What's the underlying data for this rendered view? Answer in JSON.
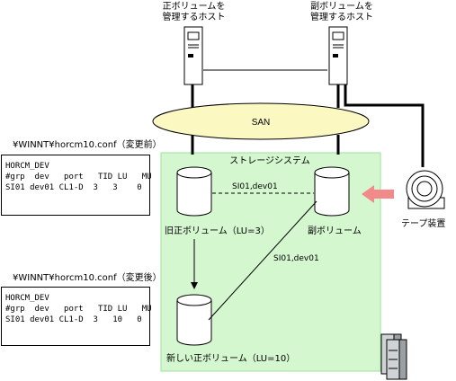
{
  "hosts": {
    "primary": "正ボリュームを\n管理するホスト",
    "secondary": "副ボリュームを\n管理するホスト"
  },
  "san_label": "SAN",
  "storage_label": "ストレージシステム",
  "volumes": {
    "old_primary": "旧正ボリューム（LU=3）",
    "secondary": "副ボリューム",
    "new_primary": "新しい正ボリューム（LU=10）"
  },
  "pair_labels": {
    "before": "SI01,dev01",
    "after": "SI01,dev01"
  },
  "tape_label": "テープ装置",
  "conf_before": {
    "title": "¥WINNT¥horcm10.conf（変更前）",
    "lines": [
      "HORCM_DEV",
      "#grp  dev   port   TID LU   MU",
      "SI01 dev01 CL1-D  3   3    0"
    ]
  },
  "conf_after": {
    "title": "¥WINNT¥horcm10.conf（変更後）",
    "lines": [
      "HORCM_DEV",
      "#grp  dev   port   TID LU   MU",
      "SI01 dev01 CL1-D  3   10   0"
    ]
  },
  "colors": {
    "storage_fill": "#d5f7d0",
    "storage_border": "#9ee09a",
    "san_fill": "#fbf8c2",
    "tape_arrow": "#f28a8a"
  }
}
